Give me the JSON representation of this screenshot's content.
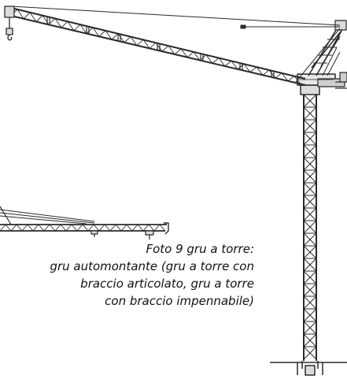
{
  "caption": {
    "line1": "Foto 9 gru a torre:",
    "line2": "gru automontante (gru a torre con",
    "line3": "braccio articolato, gru a torre",
    "line4": "con braccio impennabile)"
  },
  "colors": {
    "background": "#ffffff",
    "structure_line": "#2a2a2a",
    "structure_fill": "#dcdcdc"
  }
}
